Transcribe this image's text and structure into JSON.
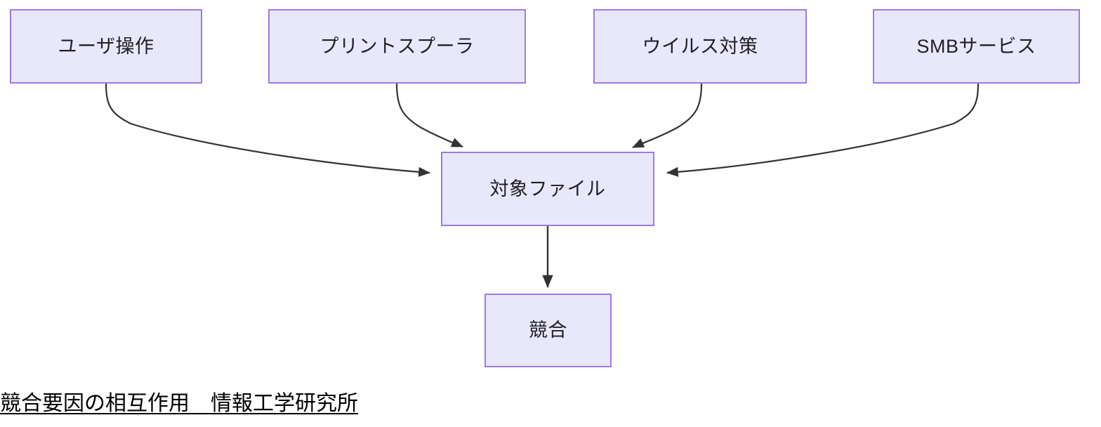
{
  "diagram": {
    "title_caption": "競合要因の相互作用　情報工学研究所",
    "theme": {
      "node_fill": "#e9e8fb",
      "node_border": "#9f79e3",
      "edge_color": "#333333",
      "text_color": "#1f1f24",
      "caption_color": "#000000",
      "background": "#ffffff"
    },
    "nodes": [
      {
        "id": "user-op",
        "label": "ユーザ操作"
      },
      {
        "id": "print-spool",
        "label": "プリントスプーラ"
      },
      {
        "id": "antivirus",
        "label": "ウイルス対策"
      },
      {
        "id": "smb",
        "label": "SMBサービス"
      },
      {
        "id": "target-file",
        "label": "対象ファイル"
      },
      {
        "id": "conflict",
        "label": "競合"
      }
    ],
    "edges": [
      {
        "from": "ユーザ操作",
        "to": "対象ファイル",
        "arrow": "to"
      },
      {
        "from": "プリントスプーラ",
        "to": "対象ファイル",
        "arrow": "to"
      },
      {
        "from": "ウイルス対策",
        "to": "対象ファイル",
        "arrow": "to"
      },
      {
        "from": "SMBサービス",
        "to": "対象ファイル",
        "arrow": "to"
      },
      {
        "from": "対象ファイル",
        "to": "競合",
        "arrow": "to"
      }
    ]
  }
}
